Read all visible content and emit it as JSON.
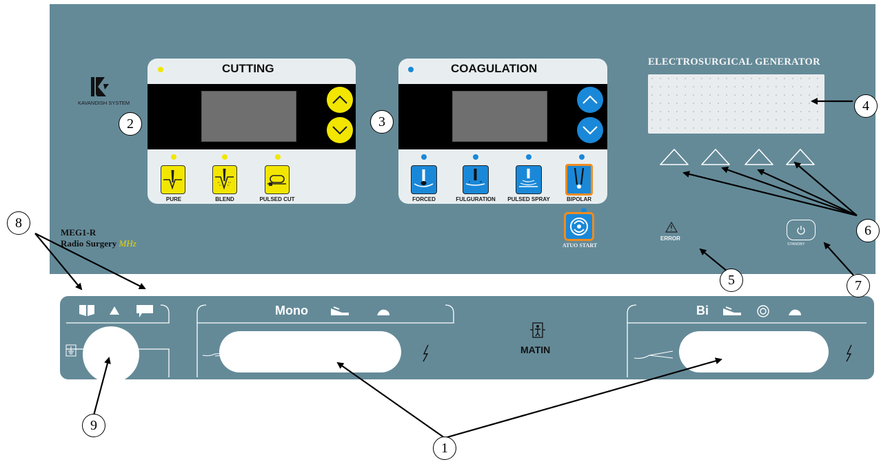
{
  "brand": {
    "name": "KAVANDISH SYSTEM"
  },
  "device_title": "ELECTROSURGICAL GENERATOR",
  "model": {
    "line1": "MEG1-R",
    "line2_prefix": "Radio Surgery",
    "line2_suffix": "MHz"
  },
  "cutting": {
    "title": "CUTTING",
    "modes": [
      "PURE",
      "BLEND",
      "PULSED CUT"
    ],
    "accent": "#f2e600"
  },
  "coagulation": {
    "title": "COAGULATION",
    "modes": [
      "FORCED",
      "FULGURATION",
      "PULSED SPRAY",
      "BIPOLAR"
    ],
    "accent": "#1a88d8",
    "auto_start_label": "ATUO START"
  },
  "indicators": {
    "error_label": "ERROR",
    "standby_label": "STANDBY"
  },
  "front_panel": {
    "mono_label": "Mono",
    "bi_label": "Bi",
    "brand": "MATIN"
  },
  "callouts": [
    "1",
    "2",
    "3",
    "4",
    "5",
    "6",
    "7",
    "8",
    "9"
  ],
  "colors": {
    "panel": "#648a98",
    "yellow": "#f2e600",
    "blue": "#1a88d8",
    "orange": "#f28c1e"
  }
}
